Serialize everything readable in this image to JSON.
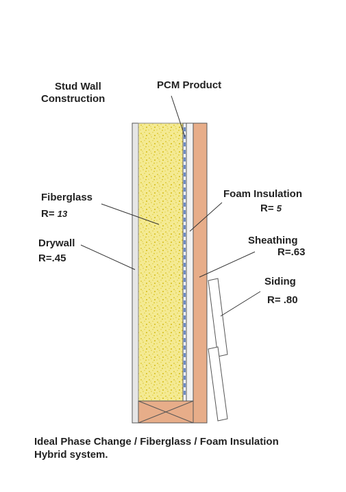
{
  "labels": {
    "stud_wall_line1": "Stud Wall",
    "stud_wall_line2": "Construction",
    "pcm_product": "PCM Product",
    "fiberglass": "Fiberglass",
    "fiberglass_r_prefix": "R=",
    "fiberglass_r_value": "13",
    "foam_insulation": "Foam Insulation",
    "foam_r_prefix": "R=",
    "foam_r_value": "5",
    "drywall": "Drywall",
    "drywall_r": "R=.45",
    "sheathing": "Sheathing",
    "sheathing_r": "R=.63",
    "siding": "Siding",
    "siding_r": "R= .80"
  },
  "caption": {
    "line1": "Ideal Phase Change / Fiberglass / Foam Insulation",
    "line2": "Hybrid system."
  },
  "colors": {
    "fiberglass_fill": "#f3e88a",
    "fiberglass_speckle": "#d9c21f",
    "wood_fill": "#e7ad89",
    "drywall_fill": "#e6e6e6",
    "pcm_fill": "#6e8cc4",
    "outline": "#555555"
  }
}
